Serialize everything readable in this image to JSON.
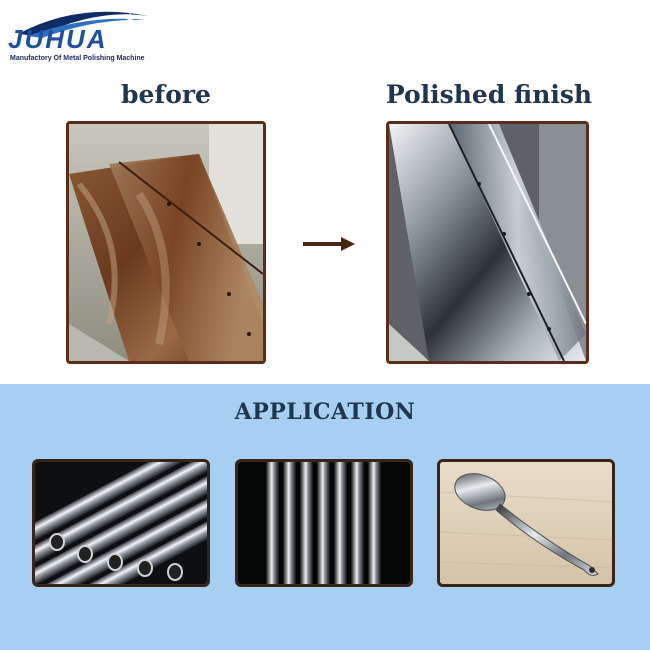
{
  "logo": {
    "brand": "JUHUA",
    "tagline": "Manufactory Of Metal Polishing Machine"
  },
  "comparison": {
    "before_label": "before",
    "after_label": "Polished finish"
  },
  "application": {
    "heading": "APPLICATION"
  },
  "colors": {
    "heading": "#1f3550",
    "frame": "#5a2d1a",
    "band": "#a6cff1",
    "brand": "#1f4f9e"
  }
}
